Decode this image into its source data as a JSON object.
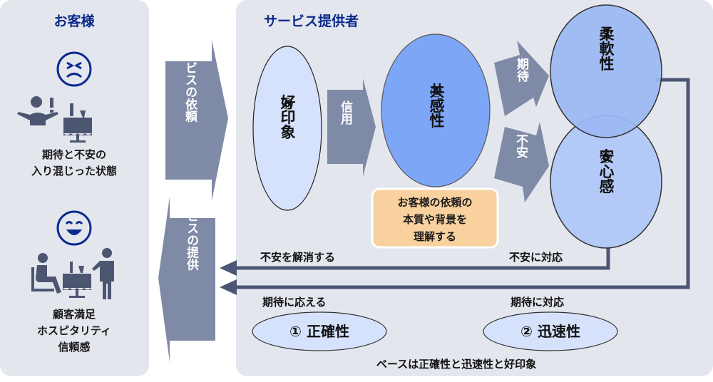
{
  "customer_panel": {
    "title": "お客様",
    "before": {
      "face_icon": "frustrated-face-icon",
      "scene_icon": "confused-guest-at-table-icon",
      "caption_lines": [
        "期待と不安の",
        "入り混じった状態"
      ]
    },
    "after": {
      "face_icon": "smiling-face-icon",
      "scene_icon": "guest-served-by-waiter-icon",
      "caption_lines": [
        "顧客満足",
        "ホスピタリティ",
        "信頼感"
      ]
    }
  },
  "flow_arrows": {
    "request": "サービスの依頼",
    "provide": "サービスの提供"
  },
  "provider_panel": {
    "title": "サービス提供者",
    "ellipses": {
      "good_impression": {
        "number": "⑥",
        "label": "好印象"
      },
      "empathy": {
        "number": "④",
        "label": "共感性"
      },
      "flexibility": {
        "number": "③",
        "label": "柔軟性"
      },
      "reassurance": {
        "number": "⑤",
        "label": "安心感"
      },
      "accuracy": {
        "number": "①",
        "label": "正確性"
      },
      "speed": {
        "number": "②",
        "label": "迅速性"
      }
    },
    "inner_arrows": {
      "trust": "信用",
      "expectation": "期待",
      "anxiety": "不安"
    },
    "understanding_note": [
      "お客様の依頼の",
      "本質や背景を",
      "理解する"
    ],
    "return_labels": {
      "resolve_anxiety": "不安を解消する",
      "handle_anxiety": "不安に対応",
      "meet_expectation": "期待に応える",
      "handle_expectation": "期待に対応"
    },
    "footer": "ベースは正確性と迅速性と好印象"
  },
  "colors": {
    "panel_bg": "#e4e6ee",
    "title_blue": "#0a2a8a",
    "arrow_fill": "#7f8aa6",
    "line_dark": "#4b5574",
    "light_ellipse": "#d6e2fb",
    "empathy_blue": "#7ea6f7",
    "flex_blue": "#9bb8f3",
    "reassure_blue": "#b3c9f7",
    "note_orange": "#f8d19f",
    "icon_navy": "#0b2a8f",
    "icon_gray": "#4d5670"
  }
}
